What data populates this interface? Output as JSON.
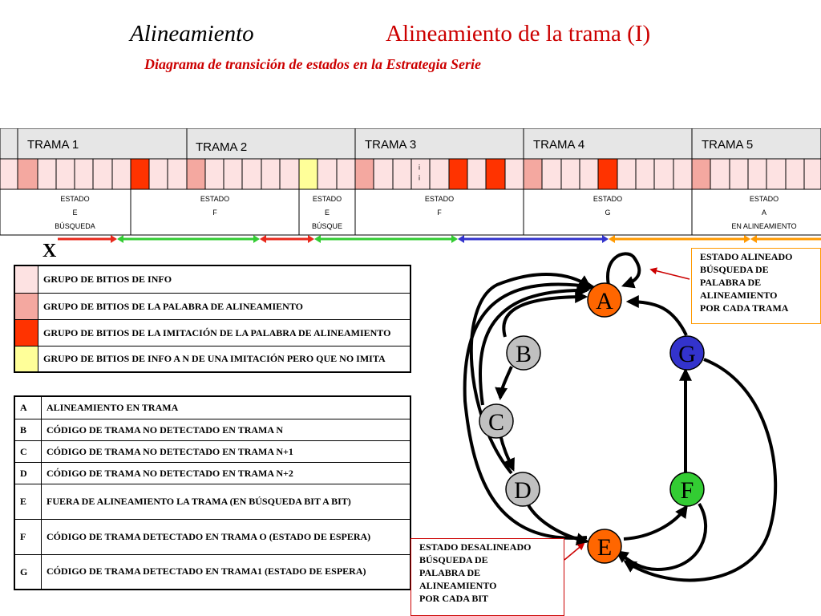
{
  "header": {
    "title_left": "Alineamiento",
    "title_right": "Alineamiento de la trama (I)",
    "subtitle": "Diagrama de transición de estados en la Estrategia Serie"
  },
  "frames": {
    "labels": [
      "TRAMA   1",
      "TRAMA   2",
      "TRAMA   3",
      "TRAMA   4",
      "TRAMA   5"
    ],
    "states": [
      [
        "ESTADO",
        "E",
        "BÚSQUEDA"
      ],
      [
        "ESTADO",
        "F"
      ],
      [
        "ESTADO",
        "E",
        "BÚSQUE"
      ],
      [
        "ESTADO",
        "F"
      ],
      [
        "ESTADO",
        "G"
      ],
      [
        "ESTADO",
        "A",
        "EN ALINEAMIENTO"
      ]
    ],
    "cell_marks": [
      "¡",
      "¡"
    ],
    "x_marker": "X"
  },
  "colors": {
    "info": "#fde2e2",
    "align_word": "#f4a8a0",
    "imitation": "#ff3300",
    "info_imitation": "#ffff99",
    "header_bg": "#e6e6e6",
    "arrow_red": "#e8291c",
    "arrow_green": "#33cc33",
    "arrow_blue": "#3333cc",
    "arrow_orange": "#ff9900",
    "node_orange": "#ff6600",
    "node_gray": "#c0c0c0",
    "node_blue": "#3333cc",
    "node_green": "#33cc33"
  },
  "legend_groups": [
    {
      "text": "GRUPO DE BITIOS DE INFO"
    },
    {
      "text": "GRUPO DE BITIOS DE LA PALABRA DE ALINEAMIENTO"
    },
    {
      "text": "GRUPO DE BITIOS DE LA IMITACIÓN DE LA PALABRA DE ALINEAMIENTO"
    },
    {
      "text": "GRUPO DE BITIOS DE INFO A N DE UNA IMITACIÓN PERO QUE NO IMITA"
    }
  ],
  "state_definitions": [
    {
      "key": "A",
      "text": "ALINEAMIENTO EN TRAMA"
    },
    {
      "key": "B",
      "text": "CÓDIGO DE TRAMA NO DETECTADO EN TRAMA N"
    },
    {
      "key": "C",
      "text": "CÓDIGO DE TRAMA NO DETECTADO EN TRAMA N+1"
    },
    {
      "key": "D",
      "text": "CÓDIGO DE TRAMA NO DETECTADO EN TRAMA N+2"
    },
    {
      "key": "E",
      "text": "FUERA DE ALINEAMIENTO LA TRAMA (EN BÚSQUEDA BIT A BIT)"
    },
    {
      "key": "F",
      "text": "CÓDIGO DE TRAMA DETECTADO EN TRAMA O (ESTADO DE ESPERA)"
    },
    {
      "key": "G",
      "text": "CÓDIGO DE TRAMA DETECTADO EN TRAMA1 (ESTADO DE ESPERA)"
    }
  ],
  "diagram": {
    "nodes": {
      "A": "A",
      "B": "B",
      "C": "C",
      "D": "D",
      "E": "E",
      "F": "F",
      "G": "G"
    },
    "note_aligned": [
      "ESTADO ALINEADO",
      "BÚSQUEDA DE",
      "PALABRA DE",
      "ALINEAMIENTO",
      "POR CADA TRAMA"
    ],
    "note_misaligned": [
      "ESTADO DESALINEADO",
      "BÚSQUEDA DE",
      "PALABRA DE",
      "ALINEAMIENTO",
      "POR CADA BIT"
    ]
  }
}
